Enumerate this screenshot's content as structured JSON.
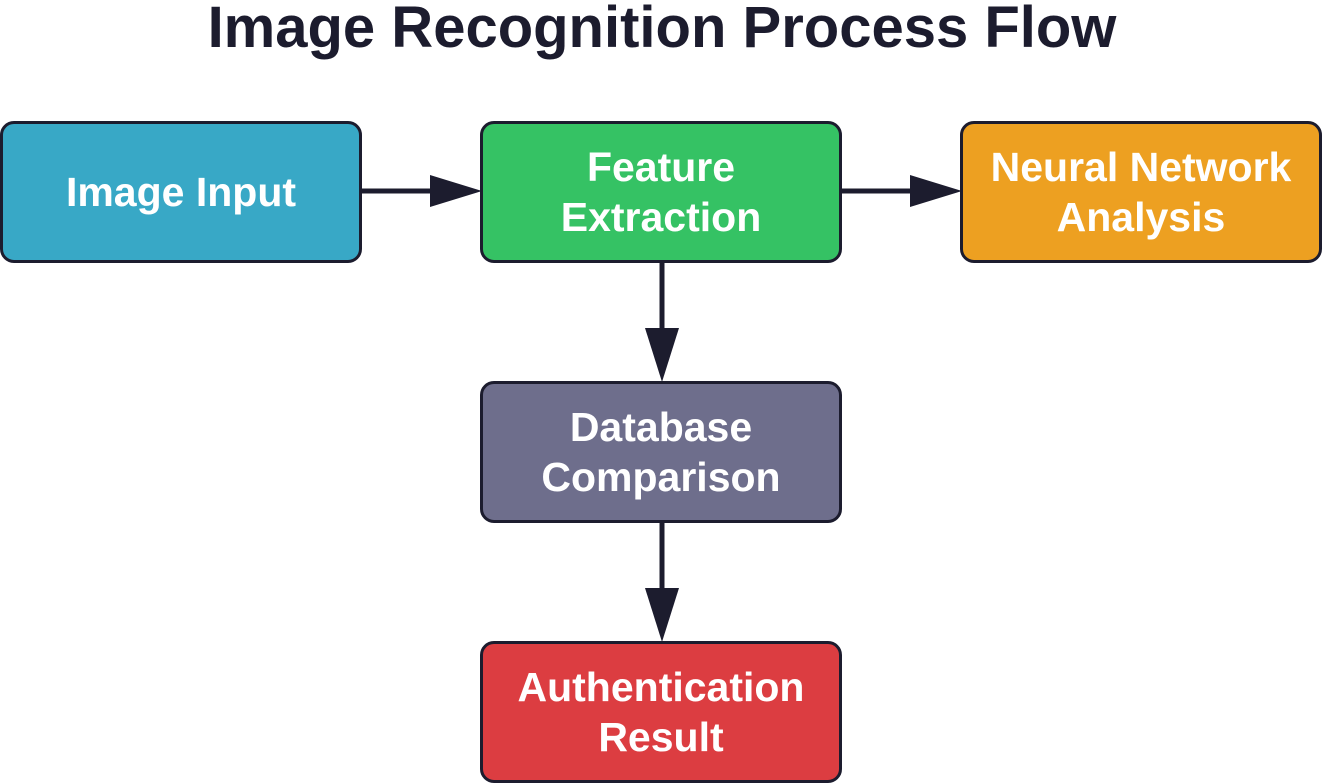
{
  "title": "Image Recognition Process Flow",
  "colors": {
    "ink": "#1c1c2e",
    "image_input": "#38a8c6",
    "feature_extraction": "#35c264",
    "neural_network": "#eda021",
    "database": "#6e6e8c",
    "authentication": "#dc3d41"
  },
  "nodes": [
    {
      "id": "image-input",
      "lines": [
        "Image Input"
      ]
    },
    {
      "id": "feature-extraction",
      "lines": [
        "Feature",
        "Extraction"
      ]
    },
    {
      "id": "neural-network-analysis",
      "lines": [
        "Neural Network",
        "Analysis"
      ]
    },
    {
      "id": "database-comparison",
      "lines": [
        "Database",
        "Comparison"
      ]
    },
    {
      "id": "authentication-result",
      "lines": [
        "Authentication",
        "Result"
      ]
    }
  ],
  "edges": [
    {
      "from": "image-input",
      "to": "feature-extraction"
    },
    {
      "from": "feature-extraction",
      "to": "neural-network-analysis"
    },
    {
      "from": "feature-extraction",
      "to": "database-comparison"
    },
    {
      "from": "database-comparison",
      "to": "authentication-result"
    }
  ]
}
